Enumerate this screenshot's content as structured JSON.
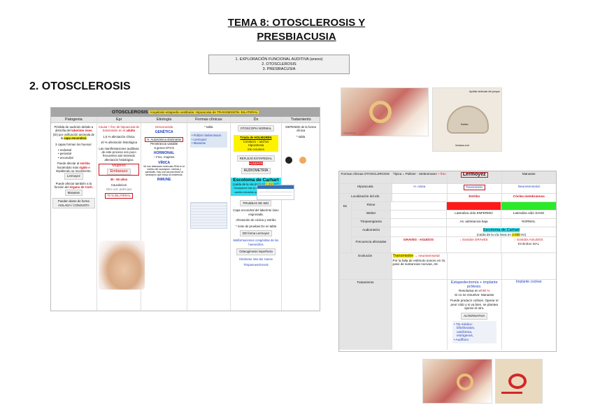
{
  "header": {
    "title_line1": "TEMA 8: OTOSCLEROSIS Y",
    "title_line2": "PRESBIACUSIA",
    "index": [
      "1. EXPLORACIÓN FUNCIONAL AUDITIVA (anexo)",
      "2. OTOSCLEROSIS",
      "3. PRESBIACUSIA"
    ],
    "section": "2. OTOSCLEROSIS"
  },
  "table": {
    "title": "OTOSCLEROSIS",
    "subtitle": "Anquilosis estapedio vestibular. Hipoacusia de TRANSMISIÓN. BILATERAL",
    "columns": [
      "Patogenia",
      "Epi",
      "Etiología",
      "Formas clínicas",
      "Dx",
      "Tratamiento"
    ],
    "patogenia": {
      "p1": "Pérdida de audición debido a distrofia del",
      "p1b": "laberinto óseo",
      "p1c": "(Oi) por osificación anómala de la",
      "p1d": "capa encondral.",
      "p2": "3 capas forman los huesos:",
      "layers": [
        "endostal",
        "periostal",
        "encondral"
      ],
      "p3a": "Puede afectar al",
      "p3b": "estribo",
      "p3c": "haciéndolo más",
      "p3d": "rígido",
      "p3e": "e impidiendo su movimiento.",
      "p3f": "Lermoyez",
      "p4a": "Puede afectar también a la función del",
      "p4b": "órgano de Corti.",
      "p4c": "Manasse",
      "p5": "Pueden darse de forma AISLADA / CONJUNTA"
    },
    "epi": {
      "p1": "Causa + frec de hipoacusia de transmisión en el",
      "p1b": "adulto",
      "p2": "1,5 % afectación clínica",
      "p3": "10 % afectación histológica",
      "p4": "Las manifestaciones auditivas de este proceso son poco frecuentes aún teniendo afectación histológica",
      "p5": "Mujeres",
      "p5b": "Embarazo",
      "p6": "30 - 50 años",
      "p7": "Caucásicos",
      "p7b": "Otro ocrt: pelirrojos",
      "p8": "70 % BILATERAL"
    },
    "etio": {
      "p1": "Desconocida",
      "p2": "GENÉTICA",
      "p3": "H. Autosómica dominante",
      "p3b": "Penetrancia variable",
      "p3c": "6 genes OTCS",
      "p4": "HORMONAL",
      "p4b": "↑ Frec. mujeres",
      "p5": "VÍRICA",
      "p5b": "Se han detectado moléculas RNA en el estribo del sarampión, rubeola y parotiditis. Hay una vacuna frente al sarampión que redujo la incidencia.",
      "p6": "INMUNE"
    },
    "formas": {
      "p1": "* tabla",
      "items": [
        "Politzer Siebenmann",
        "Lermoyez",
        "Manasse"
      ]
    },
    "dx": {
      "p1": "OTOSCOPIA NORMAL",
      "p2": "Tríada de HOLMGREN",
      "p2b": "Conducto ↑ anchos",
      "p2c": "Hipoestesia",
      "p2d": "Sin cerumen",
      "p3": "REFLEJO ESTAPEDIAL",
      "p3b": "AUSENTE",
      "p4": "AUDIOMETRÍA",
      "p5": "Escotoma de Carhart",
      "p5b": "(caída de la vía ósea en",
      "p5c": "2.000",
      "p5d": "Hz)",
      "p5e": "Desaparece tras la estapedectomía por cambio mecánico que recupera la VO.",
      "p6": "PRUEBAS DE IMG",
      "p6b": "Capa encondral del laberinto óseo engrosada.",
      "p6c": "Afectación de cóclea y estribo",
      "p6d": "* resto de pruebas Dx en tabla",
      "p7": "DD forma Lermoyez",
      "p7b": "Malformaciones congénitas de los huesecillos",
      "p7c": "Osteogénesis imperfecta",
      "p7d": "Síndrome Van der Hoeve",
      "p7e": "Timpanoesclerosis"
    },
    "trat": {
      "p1": "DEPENDE de la forma clínica",
      "p2": "* tabla"
    }
  },
  "right_table": {
    "head": [
      "Formas clínicas OTOSCLEROSIS",
      "Típica = Politzer - Siebenmann",
      "Lermoyez",
      "Manasse"
    ],
    "head_b": "+ frec",
    "hipoacusia": [
      "Hipoacusia",
      "H. mixta",
      "Transmisión",
      "Neurosensorial"
    ],
    "localizacion": [
      "Localización del afo",
      "",
      "Estribo",
      "Cóclea membranosa"
    ],
    "dx_label": "Dx",
    "rows": [
      {
        "label": "Rinne",
        "a": "",
        "b": "",
        "c": ""
      },
      {
        "label": "Weber",
        "a": "",
        "b": "Lateraliza oído ENFERMO",
        "c": "Lateraliza oído SANO"
      },
      {
        "label": "Timpanograma",
        "a": "",
        "b": "As: admitancia baja",
        "c": "NORMAL"
      },
      {
        "label": "Audiometría",
        "a": "",
        "b": "Escotoma de Carhart",
        "c": ""
      },
      {
        "label": "Frecuencia afectadas",
        "a": "GRAVES - AGUDOS",
        "b": "↓ Sonidos GRAVES",
        "c": "↑ Sonidos AGUDOS"
      }
    ],
    "audiometria_sub": "(caída de la vía ósea en",
    "audiometria_val": "2.000",
    "audiometria_unit": "Hz)",
    "agudos_sub": "Embridan MAL",
    "evolucion": "Evolución",
    "evolucion_text": "Transmisión",
    "evolucion_arrow": "→ neurosensorial",
    "evolucion_sub": "Por la falta de estímulo sonoro en Oi, paso de sustancias nocivas, etc",
    "tratamiento": "Tratamiento",
    "trat_b": "Estapedectomía + implante prótesis.",
    "trat_b2": "Resolutiva en el",
    "trat_b3": "90 %",
    "trat_b4": "Si no se resuelve: Manasse",
    "trat_b5": "Puede producir cofosis. Operar el peor oído y si va bien, se plantea operar el otro.",
    "trat_b6": "ALTERNATIVA",
    "trat_b7": [
      "Tto médico:",
      "bifosfonatos,",
      "calciforma,",
      "estrógenos,",
      "Audífono"
    ],
    "trat_c": "Implante coclear"
  },
  "images": {
    "ear1_label": "Oreja interna",
    "ear2_label1": "Apófisis lenticular del yunque",
    "ear2_label2": "Estribo",
    "ear2_label3": "Ventana oval"
  },
  "colors": {
    "red": "#d0101a",
    "blue": "#1f3fbf",
    "yellow": "#fff200",
    "cyan": "#2ee0f0",
    "green": "#2aea2a"
  }
}
